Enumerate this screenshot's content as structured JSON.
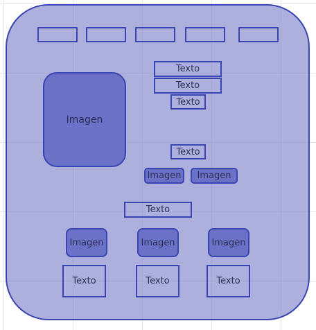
{
  "nav": {
    "items": [
      "",
      "",
      "",
      "",
      ""
    ]
  },
  "hero": {
    "image_label": "Imagen",
    "texts": [
      "Texto",
      "Texto",
      "Texto"
    ],
    "subtext": "Texto",
    "small_images": [
      "Imagen",
      "Imagen"
    ]
  },
  "section": {
    "title": "Texto"
  },
  "cards": [
    {
      "image_label": "Imagen",
      "text_label": "Texto"
    },
    {
      "image_label": "Imagen",
      "text_label": "Texto"
    },
    {
      "image_label": "Imagen",
      "text_label": "Texto"
    }
  ],
  "colors": {
    "container_fill": "#7a7ec8",
    "border": "#3a45b2",
    "image_fill": "#6b71c6"
  }
}
